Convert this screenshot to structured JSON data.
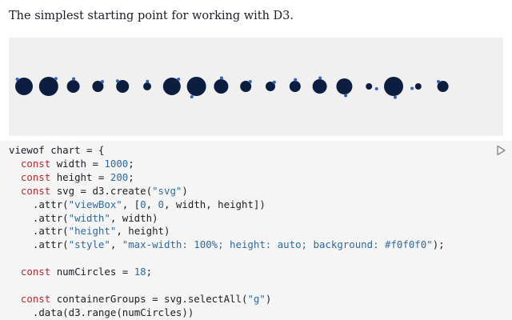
{
  "intro": {
    "text": "The simplest starting point for working with D3."
  },
  "colors": {
    "panel_bg": "#f0f0f0",
    "circle_fill": "#0c1e3f",
    "dot_fill": "#2f62c2",
    "keyword": "#b02a2f",
    "literal": "#2f6a9e"
  },
  "visualization": {
    "count": 18,
    "circles": [
      {
        "size": 11,
        "dot": "top-left"
      },
      {
        "size": 12,
        "dot": "top-right"
      },
      {
        "size": 8,
        "dot": "top"
      },
      {
        "size": 7,
        "dot": "top-right"
      },
      {
        "size": 8,
        "dot": "top-left"
      },
      {
        "size": 5,
        "dot": "top"
      },
      {
        "size": 11,
        "dot": "top-right"
      },
      {
        "size": 12,
        "dot": "bottom-left"
      },
      {
        "size": 9,
        "dot": "top"
      },
      {
        "size": 7,
        "dot": "top-right"
      },
      {
        "size": 6,
        "dot": "top-right"
      },
      {
        "size": 7,
        "dot": "top"
      },
      {
        "size": 9,
        "dot": "top"
      },
      {
        "size": 10,
        "dot": "bottom"
      },
      {
        "size": 4,
        "dot": "right"
      },
      {
        "size": 12,
        "dot": "bottom"
      },
      {
        "size": 4,
        "dot": "left"
      },
      {
        "size": 7,
        "dot": "top-left"
      }
    ]
  },
  "code": {
    "run_icon": "play-icon",
    "lines": [
      [
        [
          "id",
          "viewof"
        ],
        [
          "pn",
          " "
        ],
        [
          "id",
          "chart"
        ],
        [
          "pn",
          " = {"
        ]
      ],
      [
        [
          "pn",
          "  "
        ],
        [
          "kw",
          "const"
        ],
        [
          "pn",
          " "
        ],
        [
          "id",
          "width"
        ],
        [
          "pn",
          " = "
        ],
        [
          "num",
          "1000"
        ],
        [
          "pn",
          ";"
        ]
      ],
      [
        [
          "pn",
          "  "
        ],
        [
          "kw",
          "const"
        ],
        [
          "pn",
          " "
        ],
        [
          "id",
          "height"
        ],
        [
          "pn",
          " = "
        ],
        [
          "num",
          "200"
        ],
        [
          "pn",
          ";"
        ]
      ],
      [
        [
          "pn",
          "  "
        ],
        [
          "kw",
          "const"
        ],
        [
          "pn",
          " "
        ],
        [
          "id",
          "svg"
        ],
        [
          "pn",
          " = d3."
        ],
        [
          "fn",
          "create"
        ],
        [
          "pn",
          "("
        ],
        [
          "str",
          "\"svg\""
        ],
        [
          "pn",
          ")"
        ]
      ],
      [
        [
          "pn",
          "    ."
        ],
        [
          "fn",
          "attr"
        ],
        [
          "pn",
          "("
        ],
        [
          "str",
          "\"viewBox\""
        ],
        [
          "pn",
          ", ["
        ],
        [
          "num",
          "0"
        ],
        [
          "pn",
          ", "
        ],
        [
          "num",
          "0"
        ],
        [
          "pn",
          ", width, height])"
        ]
      ],
      [
        [
          "pn",
          "    ."
        ],
        [
          "fn",
          "attr"
        ],
        [
          "pn",
          "("
        ],
        [
          "str",
          "\"width\""
        ],
        [
          "pn",
          ", width)"
        ]
      ],
      [
        [
          "pn",
          "    ."
        ],
        [
          "fn",
          "attr"
        ],
        [
          "pn",
          "("
        ],
        [
          "str",
          "\"height\""
        ],
        [
          "pn",
          ", height)"
        ]
      ],
      [
        [
          "pn",
          "    ."
        ],
        [
          "fn",
          "attr"
        ],
        [
          "pn",
          "("
        ],
        [
          "str",
          "\"style\""
        ],
        [
          "pn",
          ", "
        ],
        [
          "str",
          "\"max-width: 100%; height: auto; background: #f0f0f0\""
        ],
        [
          "pn",
          ");"
        ]
      ],
      [
        [
          "pn",
          ""
        ]
      ],
      [
        [
          "pn",
          "  "
        ],
        [
          "kw",
          "const"
        ],
        [
          "pn",
          " "
        ],
        [
          "id",
          "numCircles"
        ],
        [
          "pn",
          " = "
        ],
        [
          "num",
          "18"
        ],
        [
          "pn",
          ";"
        ]
      ],
      [
        [
          "pn",
          ""
        ]
      ],
      [
        [
          "pn",
          "  "
        ],
        [
          "kw",
          "const"
        ],
        [
          "pn",
          " "
        ],
        [
          "id",
          "containerGroups"
        ],
        [
          "pn",
          " = svg."
        ],
        [
          "fn",
          "selectAll"
        ],
        [
          "pn",
          "("
        ],
        [
          "str",
          "\"g\""
        ],
        [
          "pn",
          ")"
        ]
      ],
      [
        [
          "pn",
          "    ."
        ],
        [
          "fn",
          "data"
        ],
        [
          "pn",
          "(d3."
        ],
        [
          "fn",
          "range"
        ],
        [
          "pn",
          "(numCircles))"
        ]
      ]
    ]
  }
}
